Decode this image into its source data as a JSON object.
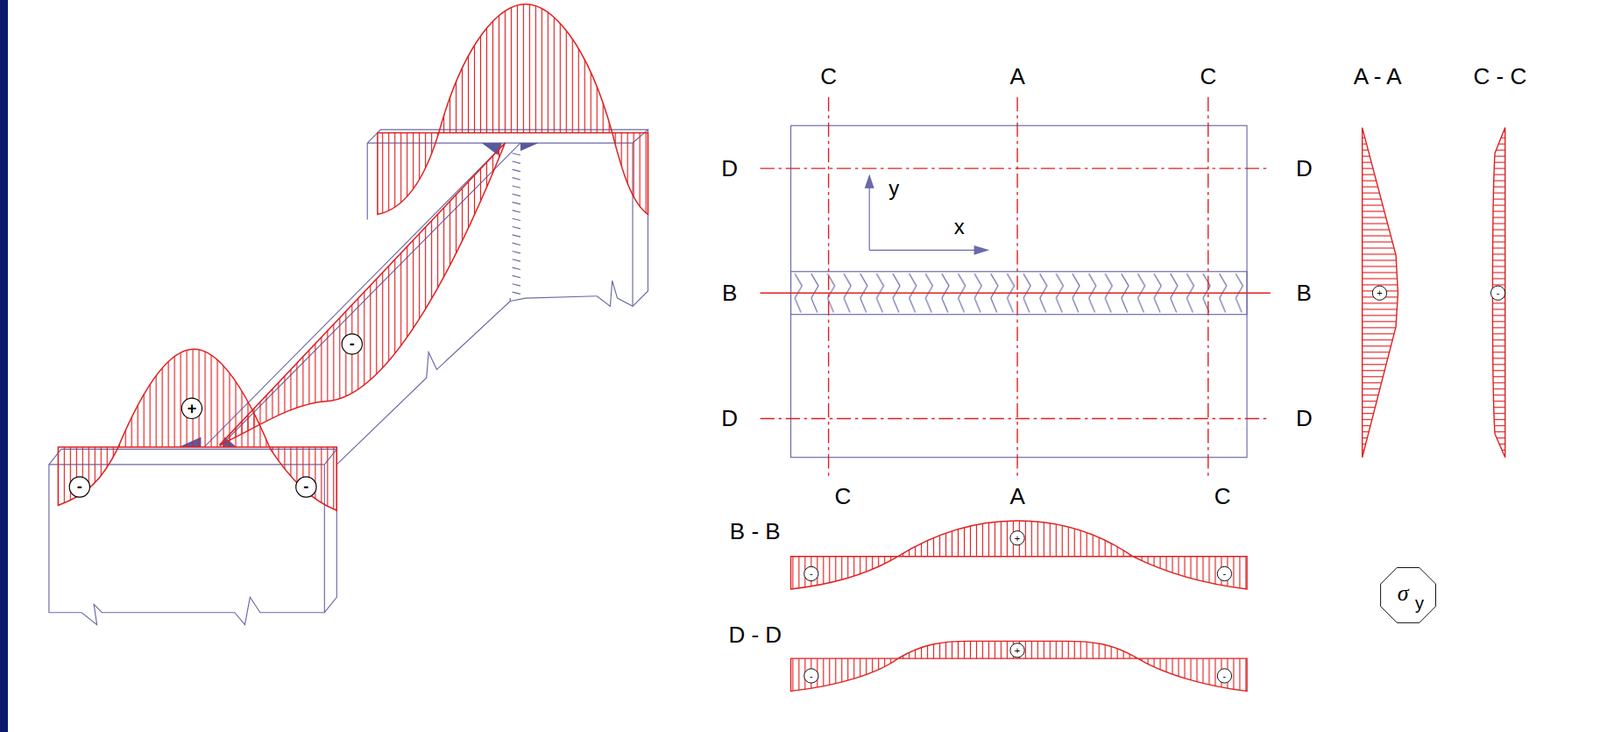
{
  "diagram": {
    "labels": [
      "-",
      "+",
      "-",
      "-",
      "C",
      "A",
      "C",
      "A - A",
      "C - C",
      "D",
      "D",
      "y",
      "x",
      "B",
      "B",
      "D",
      "D",
      "C",
      "A",
      "C",
      "B - B",
      "D - D",
      "+",
      "-",
      "-",
      "+",
      "-",
      "-",
      "+",
      "-",
      "σ",
      "y"
    ]
  }
}
